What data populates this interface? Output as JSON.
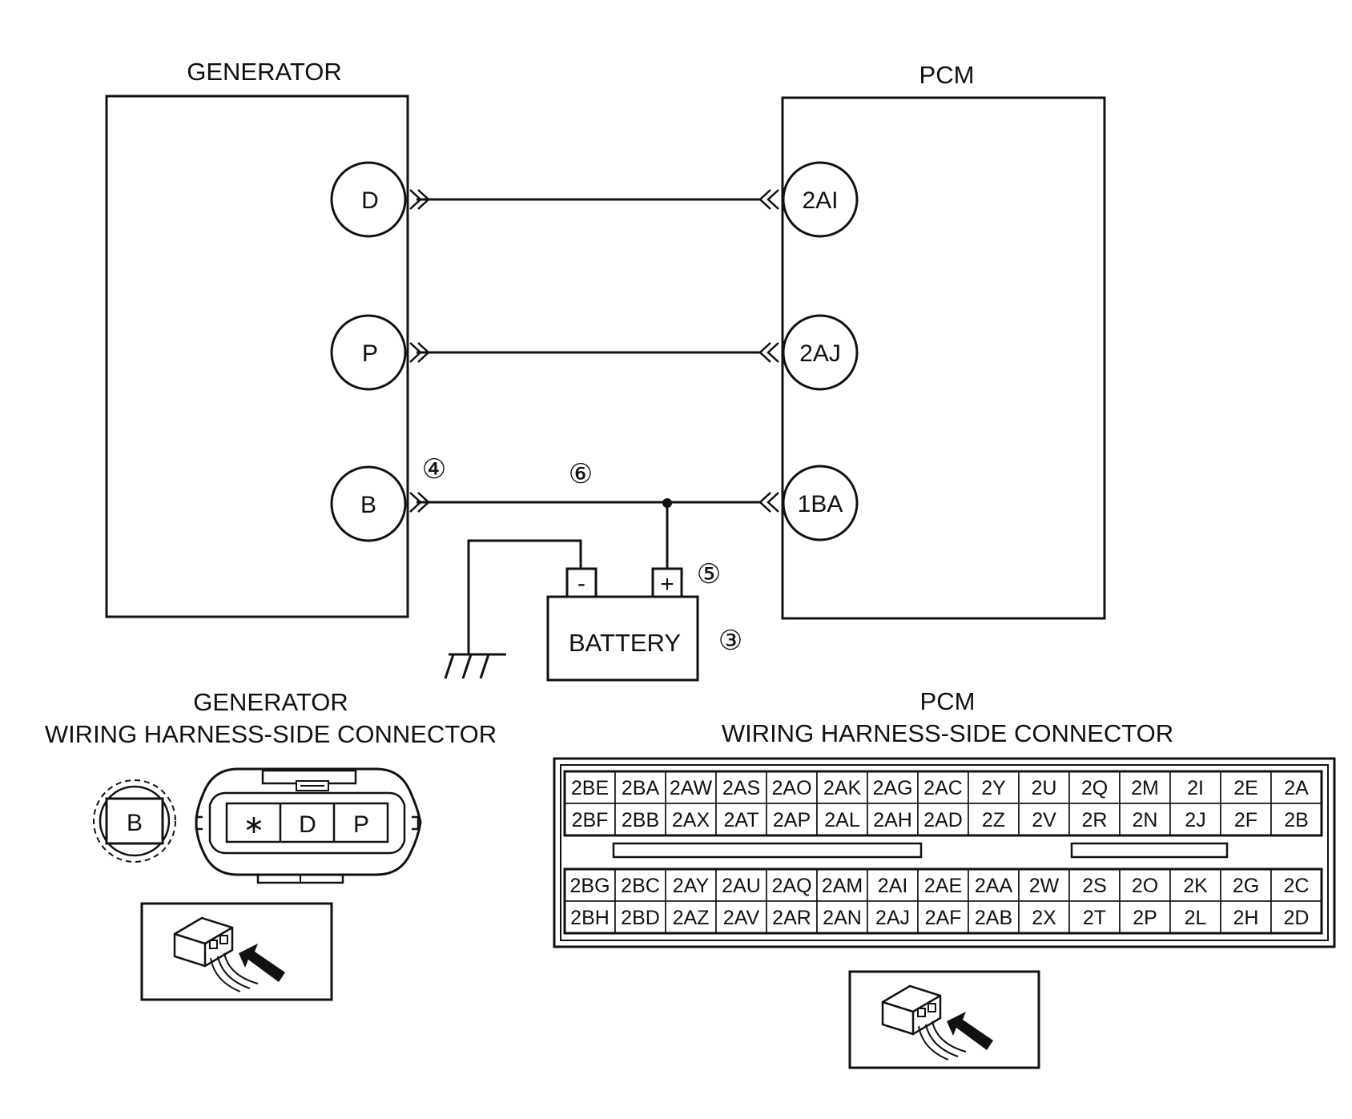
{
  "generator": {
    "title": "GENERATOR",
    "pins": [
      {
        "id": "gen-pin-d",
        "label": "D"
      },
      {
        "id": "gen-pin-p",
        "label": "P"
      },
      {
        "id": "gen-pin-b",
        "label": "B"
      }
    ]
  },
  "pcm": {
    "title": "PCM",
    "pins": [
      {
        "id": "pcm-pin-2ai",
        "label": "2AI"
      },
      {
        "id": "pcm-pin-2aj",
        "label": "2AJ"
      },
      {
        "id": "pcm-pin-1ba",
        "label": "1BA"
      }
    ]
  },
  "battery": {
    "label": "BATTERY",
    "negative": "-",
    "positive": "+"
  },
  "callouts": {
    "gen_b_terminal": "④",
    "wire_b": "⑥",
    "battery_positive": "⑤",
    "battery": "③"
  },
  "generator_connector": {
    "title_line1": "GENERATOR",
    "title_line2": "WIRING HARNESS-SIDE CONNECTOR",
    "b_terminal": "B",
    "terminals": [
      "∗",
      "D",
      "P"
    ]
  },
  "pcm_connector": {
    "title_line1": "PCM",
    "title_line2": "WIRING HARNESS-SIDE CONNECTOR",
    "upper_rows": [
      [
        "2BE",
        "2BA",
        "2AW",
        "2AS",
        "2AO",
        "2AK",
        "2AG",
        "2AC",
        "2Y",
        "2U",
        "2Q",
        "2M",
        "2I",
        "2E",
        "2A"
      ],
      [
        "2BF",
        "2BB",
        "2AX",
        "2AT",
        "2AP",
        "2AL",
        "2AH",
        "2AD",
        "2Z",
        "2V",
        "2R",
        "2N",
        "2J",
        "2F",
        "2B"
      ]
    ],
    "lower_rows": [
      [
        "2BG",
        "2BC",
        "2AY",
        "2AU",
        "2AQ",
        "2AM",
        "2AI",
        "2AE",
        "2AA",
        "2W",
        "2S",
        "2O",
        "2K",
        "2G",
        "2C"
      ],
      [
        "2BH",
        "2BD",
        "2AZ",
        "2AV",
        "2AR",
        "2AN",
        "2AJ",
        "2AF",
        "2AB",
        "2X",
        "2T",
        "2P",
        "2L",
        "2H",
        "2D"
      ]
    ]
  }
}
